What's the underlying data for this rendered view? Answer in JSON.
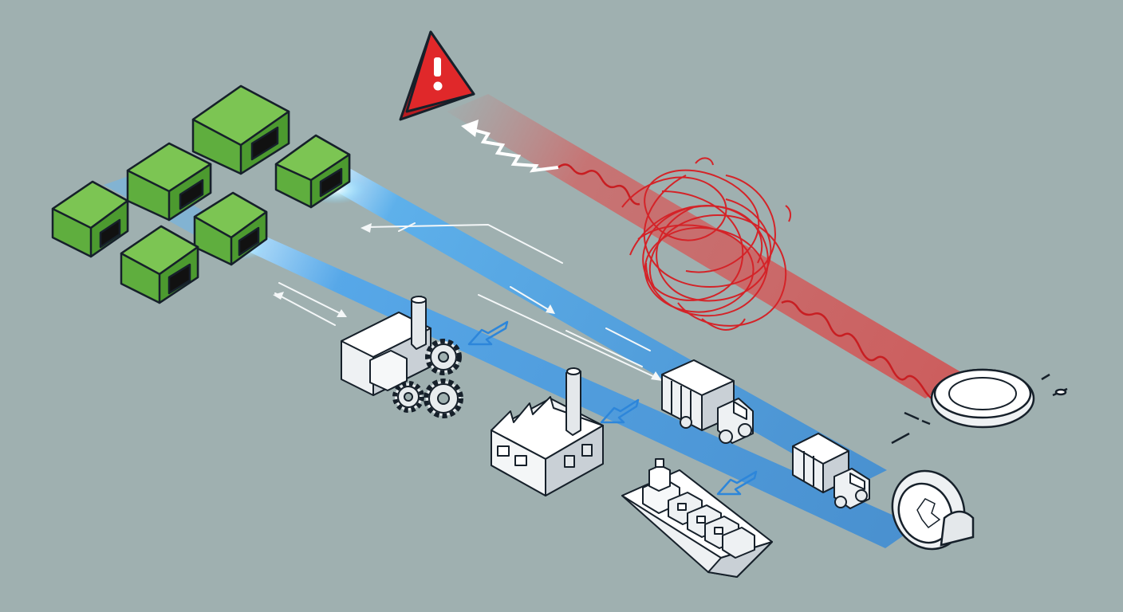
{
  "scene": {
    "background": "#9fb0b0",
    "colors": {
      "warehouse_front": "#5fae3e",
      "warehouse_side": "#4c9a2f",
      "warehouse_roof": "#7cc553",
      "outline": "#16202a",
      "flow_blue": "#3b9bf0",
      "flow_red": "#e0282a",
      "alert_red": "#d8262a",
      "line_white": "#f4f7f8"
    },
    "warehouses": [
      {
        "icon": "warehouse-icon"
      },
      {
        "icon": "warehouse-icon"
      },
      {
        "icon": "warehouse-icon"
      },
      {
        "icon": "warehouse-icon"
      },
      {
        "icon": "warehouse-icon"
      },
      {
        "icon": "warehouse-icon"
      }
    ],
    "flows": [
      {
        "kind": "supply",
        "color": "#3b9bf0",
        "stops": [
          "factory-gears-icon",
          "factory-icon",
          "cargo-ship-icon",
          "coin-icon"
        ]
      },
      {
        "kind": "supply",
        "color": "#3b9bf0",
        "stops": [
          "truck-icon",
          "small-truck-icon"
        ]
      },
      {
        "kind": "disrupted",
        "color": "#e0282a",
        "stops": [
          "tangled-line",
          "warning-icon",
          "plate-icon"
        ]
      }
    ],
    "alert": {
      "icon": "warning-icon",
      "symbol": "!"
    },
    "endpoints": [
      {
        "icon": "plate-with-utensils-icon"
      },
      {
        "icon": "coin-icon"
      }
    ]
  }
}
